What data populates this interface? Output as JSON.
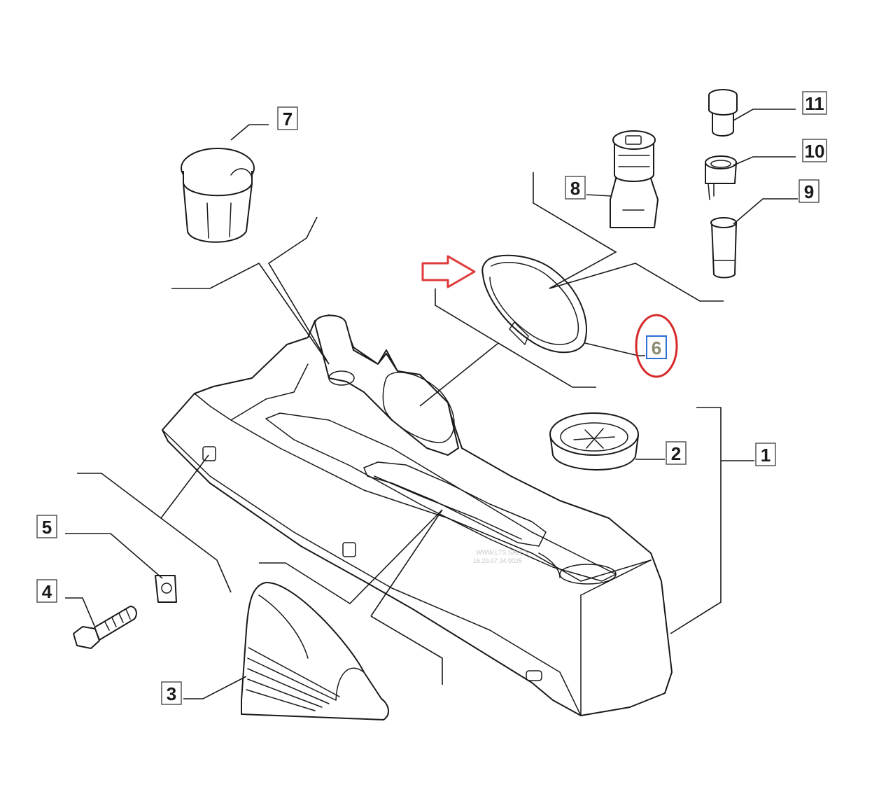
{
  "callouts": {
    "c1": "1",
    "c2": "2",
    "c3": "3",
    "c4": "4",
    "c5": "5",
    "c6": "6",
    "c7": "7",
    "c8": "8",
    "c9": "9",
    "c10": "10",
    "c11": "11"
  },
  "highlight": {
    "target": "6",
    "arrow_color": "#e03a3a",
    "circle_color": "#d62a2a",
    "selected_box_color": "#2a6fd6",
    "selected_text_color": "#8a8a70"
  },
  "watermark": {
    "line1": "WWW.LTS.SALES",
    "line2": "16.29.07.34.0025"
  }
}
